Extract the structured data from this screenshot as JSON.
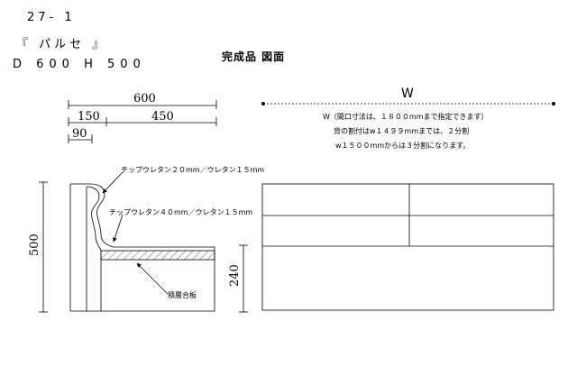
{
  "header": {
    "code": "27- 1",
    "name": "『 パルセ 』",
    "dimensions": "D 600 H 500",
    "title": "完成品 図面"
  },
  "side_view": {
    "depth_total": "600",
    "depth_front": "150",
    "depth_seat": "450",
    "depth_back": "90",
    "height_total": "500",
    "seat_height": "240",
    "label_back_cushion": "チップウレタン２０mm／ウレタン１５mm",
    "label_seat_cushion": "チップウレタン４０mm／ウレタン１５mm",
    "label_base": "積層合板"
  },
  "front_view": {
    "width_label": "W",
    "note_line1": "W（間口寸法は、１８００mmまで指定できます）",
    "note_line2": "背の割付はw１４９９mmまでは、２分割",
    "note_line3": "w１５００mmからは３分割になります。"
  }
}
